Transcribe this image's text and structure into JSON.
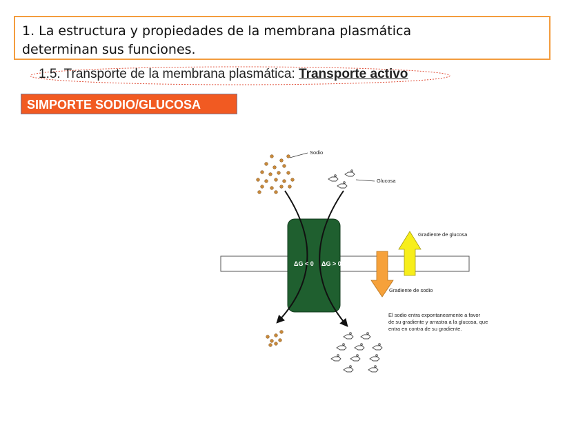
{
  "title": {
    "line1": "1. La estructura y propiedades de la membrana plasmática",
    "line2": "determinan sus funciones."
  },
  "subtitle": {
    "prefix": "1.5. Transporte de la membrana plasmática: ",
    "highlight": "Transporte activo"
  },
  "badge": "SIMPORTE SODIO/GLUCOSA",
  "diagram": {
    "sodium_label": "Sodio",
    "glucose_label": "Glucosa",
    "dg_left": "ΔG < 0",
    "dg_right": "ΔG > 0",
    "glucose_gradient_label": "Gradiente de glucosa",
    "sodium_gradient_label": "Gradiente de sodio",
    "note_line1": "El sodio entra expontaneamente a favor",
    "note_line2": "de su gradiente y arrastra a la glucosa, que",
    "note_line3": "entra en contra de su gradiente.",
    "colors": {
      "transporter": "#1f5f2f",
      "sodium": "#c8893a",
      "sodium_arrow": "#f6a13a",
      "glucose_arrow": "#f7ee1a",
      "title_border": "#f39c3d",
      "badge": "#f15a22"
    }
  }
}
